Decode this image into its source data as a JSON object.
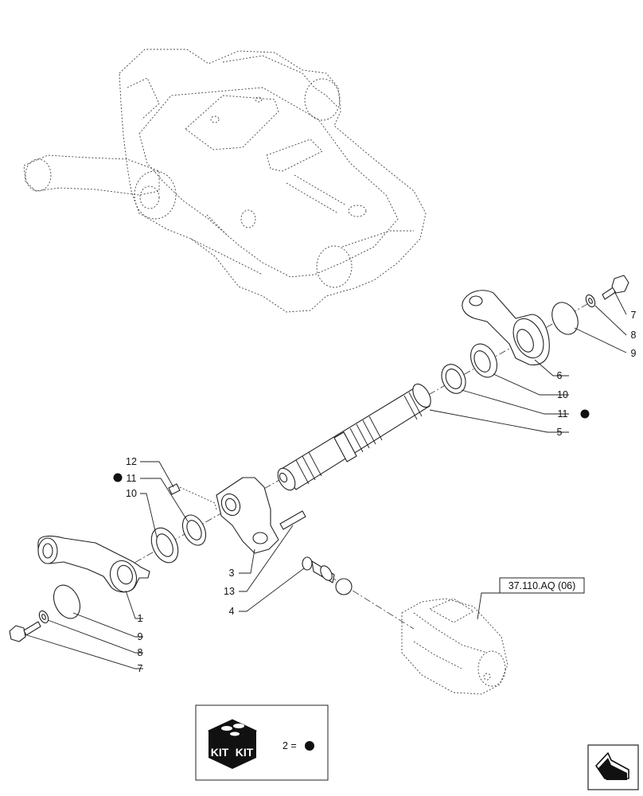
{
  "callouts": [
    {
      "id": "c7a",
      "text": "7"
    },
    {
      "id": "c8a",
      "text": "8"
    },
    {
      "id": "c9a",
      "text": "9"
    },
    {
      "id": "c6",
      "text": "6"
    },
    {
      "id": "c10a",
      "text": "10"
    },
    {
      "id": "c11a",
      "text": "11"
    },
    {
      "id": "c5",
      "text": "5"
    },
    {
      "id": "c12",
      "text": "12"
    },
    {
      "id": "c11b",
      "text": "11"
    },
    {
      "id": "c10b",
      "text": "10"
    },
    {
      "id": "c3",
      "text": "3"
    },
    {
      "id": "c13",
      "text": "13"
    },
    {
      "id": "c4",
      "text": "4"
    },
    {
      "id": "c1",
      "text": "1"
    },
    {
      "id": "c9b",
      "text": "9"
    },
    {
      "id": "c8b",
      "text": "8"
    },
    {
      "id": "c7b",
      "text": "7"
    }
  ],
  "reference": "37.110.AQ (06)",
  "kit": {
    "word_left": "KIT",
    "word_right": "KIT",
    "legend": "2 ="
  },
  "icons": {
    "kit": "kit-box-icon",
    "nav": "arrow-navigation-icon",
    "dot": "filled-dot-icon"
  },
  "colors": {
    "line": "#222222",
    "fill": "#ffffff",
    "kit": "#111111"
  }
}
